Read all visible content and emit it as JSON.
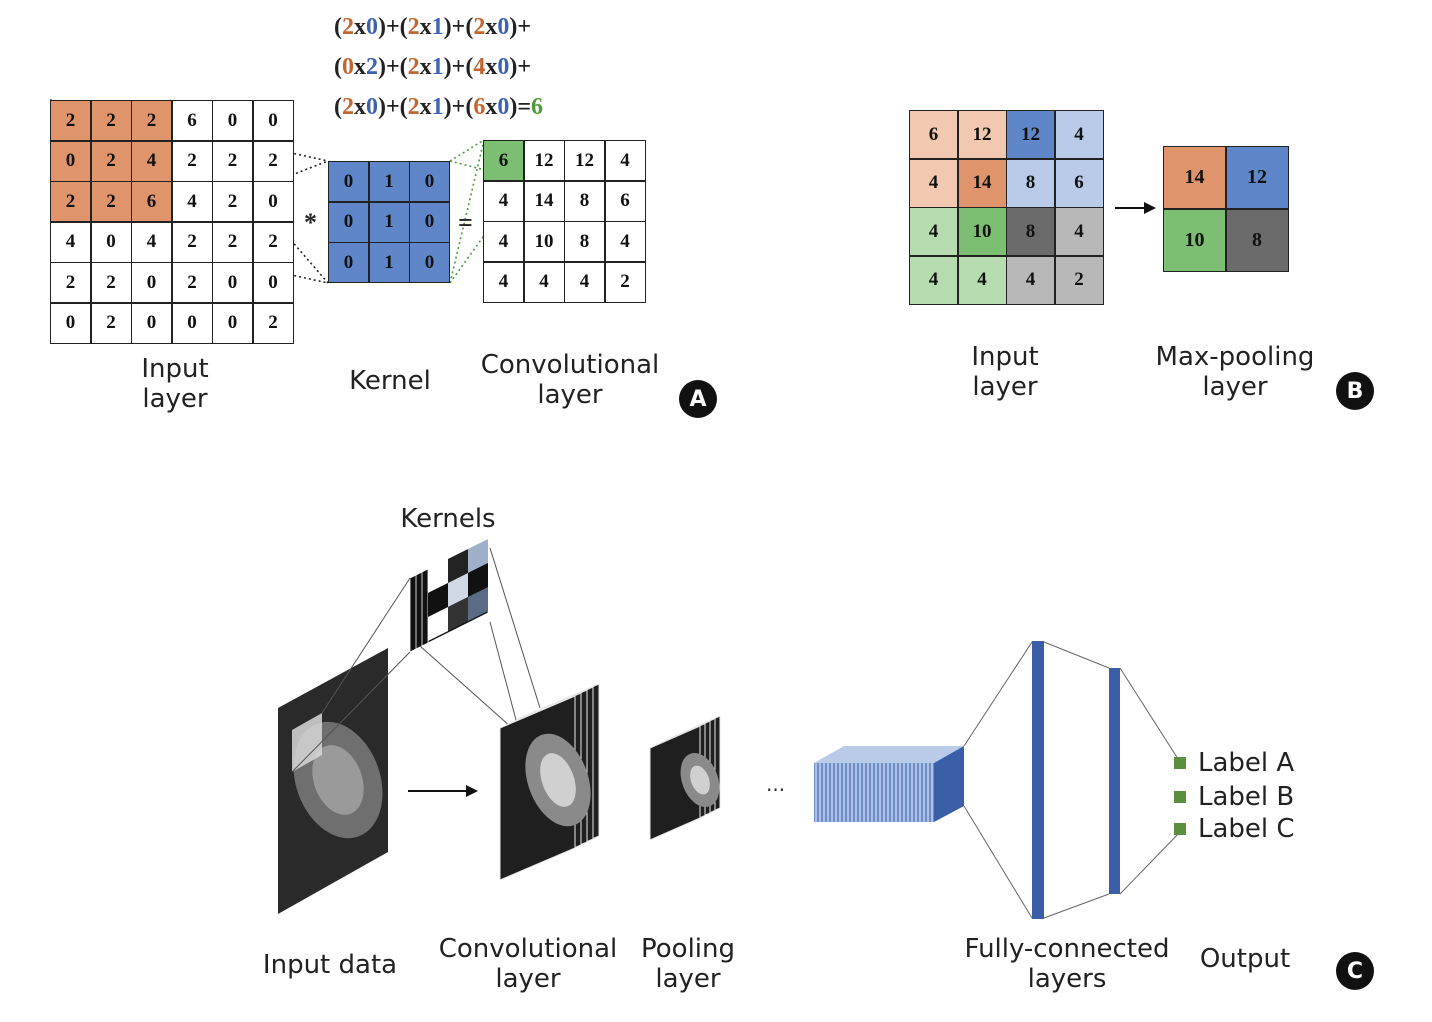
{
  "panel_a": {
    "formula": [
      [
        {
          "t": "(",
          "c": "k"
        },
        {
          "t": "2",
          "c": "o"
        },
        {
          "t": "x",
          "c": "k"
        },
        {
          "t": "0",
          "c": "b"
        },
        {
          "t": ")+(",
          "c": "k"
        },
        {
          "t": "2",
          "c": "o"
        },
        {
          "t": "x",
          "c": "k"
        },
        {
          "t": "1",
          "c": "b"
        },
        {
          "t": ")+(",
          "c": "k"
        },
        {
          "t": "2",
          "c": "o"
        },
        {
          "t": "x",
          "c": "k"
        },
        {
          "t": "0",
          "c": "b"
        },
        {
          "t": ")+",
          "c": "k"
        }
      ],
      [
        {
          "t": "(",
          "c": "k"
        },
        {
          "t": "0",
          "c": "o"
        },
        {
          "t": "x",
          "c": "k"
        },
        {
          "t": "2",
          "c": "b"
        },
        {
          "t": ")+(",
          "c": "k"
        },
        {
          "t": "2",
          "c": "o"
        },
        {
          "t": "x",
          "c": "k"
        },
        {
          "t": "1",
          "c": "b"
        },
        {
          "t": ")+(",
          "c": "k"
        },
        {
          "t": "4",
          "c": "o"
        },
        {
          "t": "x",
          "c": "k"
        },
        {
          "t": "0",
          "c": "b"
        },
        {
          "t": ")+",
          "c": "k"
        }
      ],
      [
        {
          "t": "(",
          "c": "k"
        },
        {
          "t": "2",
          "c": "o"
        },
        {
          "t": "x",
          "c": "k"
        },
        {
          "t": "0",
          "c": "b"
        },
        {
          "t": ")+(",
          "c": "k"
        },
        {
          "t": "2",
          "c": "o"
        },
        {
          "t": "x",
          "c": "k"
        },
        {
          "t": "1",
          "c": "b"
        },
        {
          "t": ")+(",
          "c": "k"
        },
        {
          "t": "6",
          "c": "o"
        },
        {
          "t": "x",
          "c": "k"
        },
        {
          "t": "0",
          "c": "b"
        },
        {
          "t": ")=",
          "c": "k"
        },
        {
          "t": "6",
          "c": "g"
        }
      ]
    ],
    "input_matrix": [
      [
        "2",
        "2",
        "2",
        "6",
        "0",
        "0"
      ],
      [
        "0",
        "2",
        "4",
        "2",
        "2",
        "2"
      ],
      [
        "2",
        "2",
        "6",
        "4",
        "2",
        "0"
      ],
      [
        "4",
        "0",
        "4",
        "2",
        "2",
        "2"
      ],
      [
        "2",
        "2",
        "0",
        "2",
        "0",
        "0"
      ],
      [
        "0",
        "2",
        "0",
        "0",
        "0",
        "2"
      ]
    ],
    "kernel_matrix": [
      [
        "0",
        "1",
        "0"
      ],
      [
        "0",
        "1",
        "0"
      ],
      [
        "0",
        "1",
        "0"
      ]
    ],
    "conv_matrix": [
      [
        "6",
        "12",
        "12",
        "4"
      ],
      [
        "4",
        "14",
        "8",
        "6"
      ],
      [
        "4",
        "10",
        "8",
        "4"
      ],
      [
        "4",
        "4",
        "4",
        "2"
      ]
    ],
    "multiply_sign": "*",
    "equals_sign": "=",
    "input_label": "Input\nlayer",
    "kernel_label": "Kernel",
    "conv_label": "Convolutional\nlayer",
    "badge": "A"
  },
  "panel_b": {
    "input_matrix": [
      [
        "6",
        "12",
        "12",
        "4"
      ],
      [
        "4",
        "14",
        "8",
        "6"
      ],
      [
        "4",
        "10",
        "8",
        "4"
      ],
      [
        "4",
        "4",
        "4",
        "2"
      ]
    ],
    "pool_matrix": [
      [
        "14",
        "12"
      ],
      [
        "10",
        "8"
      ]
    ],
    "input_label": "Input\nlayer",
    "pool_label": "Max-pooling\nlayer",
    "badge": "B"
  },
  "panel_c": {
    "kernels_label": "Kernels",
    "input_label": "Input data",
    "conv_label": "Convolutional\nlayer",
    "pool_label": "Pooling\nlayer",
    "ellipsis": "...",
    "fc_label": "Fully-connected\nlayers",
    "output_label": "Output",
    "outputs": [
      "Label A",
      "Label B",
      "Label C"
    ],
    "badge": "C"
  },
  "colors": {
    "orange": "#e0946c",
    "orange_light": "#f2c8b0",
    "blue": "#5f86c8",
    "blue_light": "#b9cbe8",
    "green": "#7cbf72",
    "green_light": "#b7dcb0",
    "gray_dark": "#6b6b6b",
    "gray_light": "#b8b8b8",
    "formula_orange": "#c2662f",
    "formula_blue": "#3d63b0",
    "formula_green": "#4f9a3a",
    "fc_blue": "#3a5fa8"
  }
}
